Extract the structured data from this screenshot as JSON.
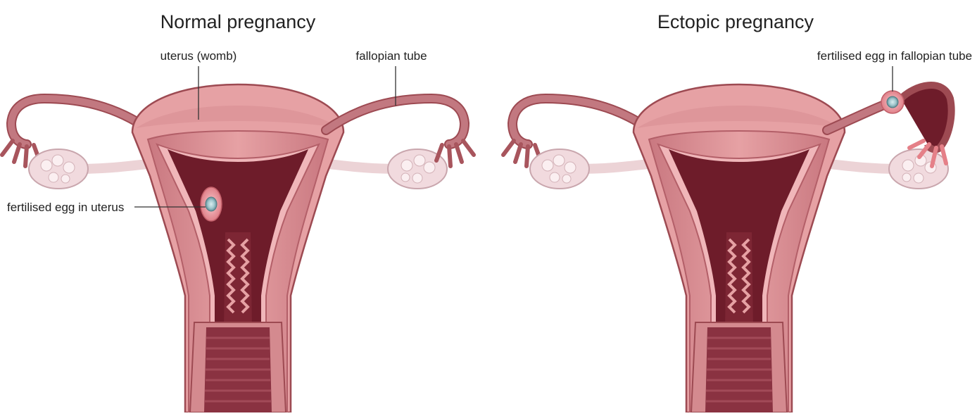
{
  "panels": {
    "normal": {
      "title": "Normal pregnancy",
      "labels": {
        "uterus": "uterus (womb)",
        "tube": "fallopian tube",
        "egg": "fertilised egg in uterus"
      }
    },
    "ectopic": {
      "title": "Ectopic pregnancy",
      "labels": {
        "egg": "fertilised egg in fallopian tube"
      }
    }
  },
  "colors": {
    "background": "#ffffff",
    "tissue_light": "#e6a1a4",
    "tissue_mid": "#d48a8f",
    "tissue_outline": "#9d4a52",
    "cavity_dark": "#6e1c2a",
    "ovary": "#f1dade",
    "ovary_outline": "#c9a6ad",
    "egg": "#9fc6cc",
    "egg_glow": "#f3b7bd"
  }
}
